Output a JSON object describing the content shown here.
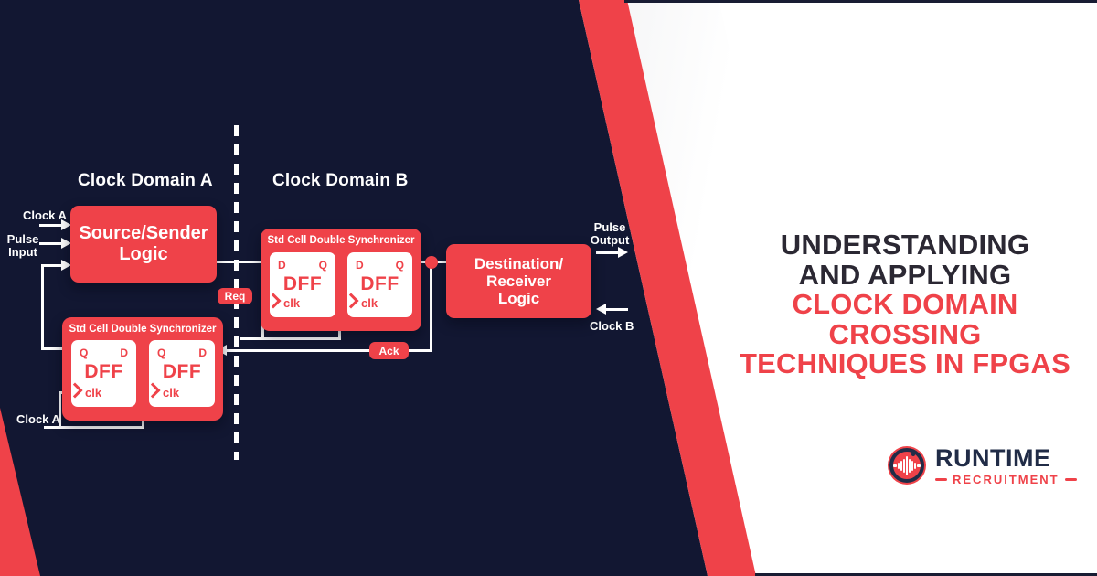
{
  "diagram": {
    "domain_a_label": "Clock Domain A",
    "domain_b_label": "Clock Domain B",
    "source_box_label": "Source/Sender\nLogic",
    "destination_box_label": "Destination/\nReceiver\nLogic",
    "sync_box_label": "Std Cell Double Synchronizer",
    "dff_label": "DFF",
    "d_pin_label": "D",
    "q_pin_label": "Q",
    "clk_label": "clk",
    "req_badge": "Req",
    "ack_badge": "Ack",
    "clock_a_input_label": "Clock A",
    "pulse_input_label": "Pulse\nInput",
    "clock_a_bottom_label": "Clock A",
    "pulse_output_label": "Pulse\nOutput",
    "clock_b_label": "Clock B"
  },
  "title": {
    "line1": "UNDERSTANDING",
    "line2": "AND APPLYING",
    "line3": "CLOCK DOMAIN CROSSING",
    "line4": "TECHNIQUES IN FPGAS"
  },
  "logo": {
    "name": "RUNTIME",
    "subtitle": "RECRUITMENT"
  },
  "colors": {
    "navy_background": "#121732",
    "accent_red": "#ef4249",
    "title_dark": "#2b2833",
    "logo_navy": "#212c47",
    "wire_white": "#ffffff"
  }
}
